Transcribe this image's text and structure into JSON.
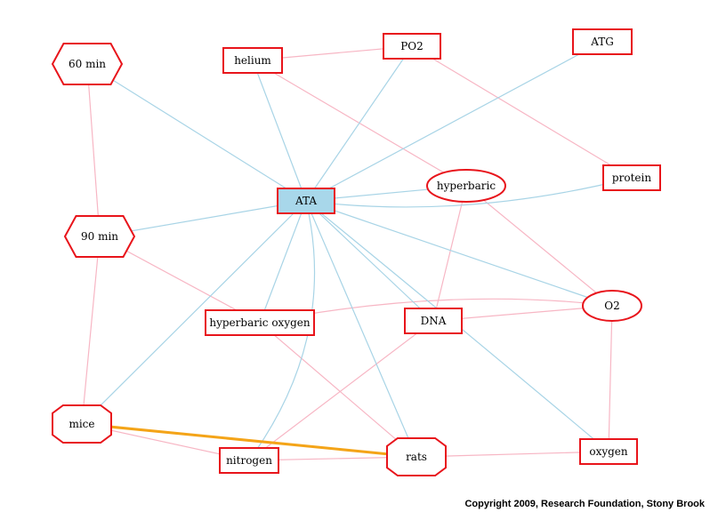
{
  "copyright": "Copyright 2009, Research Foundation, Stony Brook",
  "colors": {
    "node_border": "#e8141b",
    "center_fill": "#a8d7ea",
    "edge_blue": "#a8d4e6",
    "edge_pink": "#f7b6c4",
    "edge_highlight": "#f4a418"
  },
  "nodes": [
    {
      "id": "60min",
      "label": "60 min",
      "shape": "hexagon"
    },
    {
      "id": "helium",
      "label": "helium",
      "shape": "box"
    },
    {
      "id": "po2",
      "label": "PO2",
      "shape": "box"
    },
    {
      "id": "atg",
      "label": "ATG",
      "shape": "box"
    },
    {
      "id": "ata",
      "label": "ATA",
      "shape": "box",
      "filled": true
    },
    {
      "id": "hyperbaric",
      "label": "hyperbaric",
      "shape": "ellipse"
    },
    {
      "id": "protein",
      "label": "protein",
      "shape": "box"
    },
    {
      "id": "90min",
      "label": "90 min",
      "shape": "hexagon"
    },
    {
      "id": "hyperbaric_oxygen",
      "label": "hyperbaric oxygen",
      "shape": "box"
    },
    {
      "id": "dna",
      "label": "DNA",
      "shape": "box"
    },
    {
      "id": "o2",
      "label": "O2",
      "shape": "ellipse"
    },
    {
      "id": "mice",
      "label": "mice",
      "shape": "octagon"
    },
    {
      "id": "nitrogen",
      "label": "nitrogen",
      "shape": "box"
    },
    {
      "id": "rats",
      "label": "rats",
      "shape": "octagon"
    },
    {
      "id": "oxygen",
      "label": "oxygen",
      "shape": "box"
    }
  ],
  "edges": [
    {
      "from": "ata",
      "to": "60min",
      "kind": "blue"
    },
    {
      "from": "ata",
      "to": "helium",
      "kind": "blue"
    },
    {
      "from": "ata",
      "to": "po2",
      "kind": "blue"
    },
    {
      "from": "ata",
      "to": "atg",
      "kind": "blue"
    },
    {
      "from": "ata",
      "to": "hyperbaric",
      "kind": "blue"
    },
    {
      "from": "ata",
      "to": "protein",
      "kind": "blue",
      "curved": true
    },
    {
      "from": "ata",
      "to": "90min",
      "kind": "blue"
    },
    {
      "from": "ata",
      "to": "hyperbaric_oxygen",
      "kind": "blue"
    },
    {
      "from": "ata",
      "to": "dna",
      "kind": "blue"
    },
    {
      "from": "ata",
      "to": "o2",
      "kind": "blue"
    },
    {
      "from": "ata",
      "to": "mice",
      "kind": "blue"
    },
    {
      "from": "ata",
      "to": "nitrogen",
      "kind": "blue",
      "curved": true
    },
    {
      "from": "ata",
      "to": "rats",
      "kind": "blue"
    },
    {
      "from": "ata",
      "to": "oxygen",
      "kind": "blue",
      "curved": true
    },
    {
      "from": "helium",
      "to": "po2",
      "kind": "pink"
    },
    {
      "from": "helium",
      "to": "hyperbaric",
      "kind": "pink"
    },
    {
      "from": "po2",
      "to": "protein",
      "kind": "pink"
    },
    {
      "from": "60min",
      "to": "90min",
      "kind": "pink"
    },
    {
      "from": "90min",
      "to": "mice",
      "kind": "pink"
    },
    {
      "from": "90min",
      "to": "hyperbaric_oxygen",
      "kind": "pink"
    },
    {
      "from": "hyperbaric",
      "to": "dna",
      "kind": "pink"
    },
    {
      "from": "hyperbaric",
      "to": "o2",
      "kind": "pink"
    },
    {
      "from": "hyperbaric_oxygen",
      "to": "o2",
      "kind": "pink",
      "curved": true
    },
    {
      "from": "hyperbaric_oxygen",
      "to": "rats",
      "kind": "pink"
    },
    {
      "from": "dna",
      "to": "o2",
      "kind": "pink"
    },
    {
      "from": "dna",
      "to": "nitrogen",
      "kind": "pink"
    },
    {
      "from": "o2",
      "to": "oxygen",
      "kind": "pink"
    },
    {
      "from": "mice",
      "to": "nitrogen",
      "kind": "pink"
    },
    {
      "from": "nitrogen",
      "to": "rats",
      "kind": "pink"
    },
    {
      "from": "rats",
      "to": "oxygen",
      "kind": "pink"
    },
    {
      "from": "mice",
      "to": "rats",
      "kind": "highlight"
    }
  ]
}
